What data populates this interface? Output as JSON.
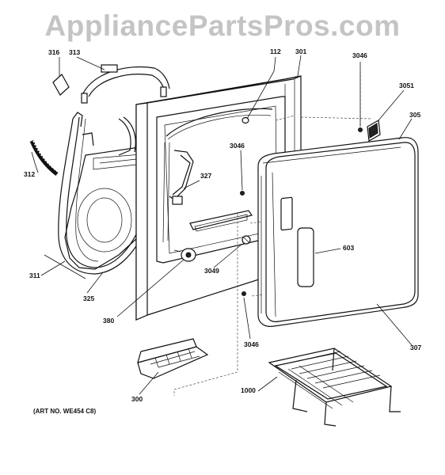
{
  "watermark": "AppliancePartsPros.com",
  "art_number": "(ART NO. WE454 C8)",
  "part_labels": {
    "p316": "316",
    "p313": "313",
    "p312": "312",
    "p311": "311",
    "p325": "325",
    "p380": "380",
    "p300": "300",
    "p112": "112",
    "p301": "301",
    "p3046a": "3046",
    "p3051": "3051",
    "p305": "305",
    "p3046b": "3046",
    "p327": "327",
    "p3049": "3049",
    "p603": "603",
    "p3046c": "3046",
    "p307": "307",
    "p1000": "1000"
  }
}
